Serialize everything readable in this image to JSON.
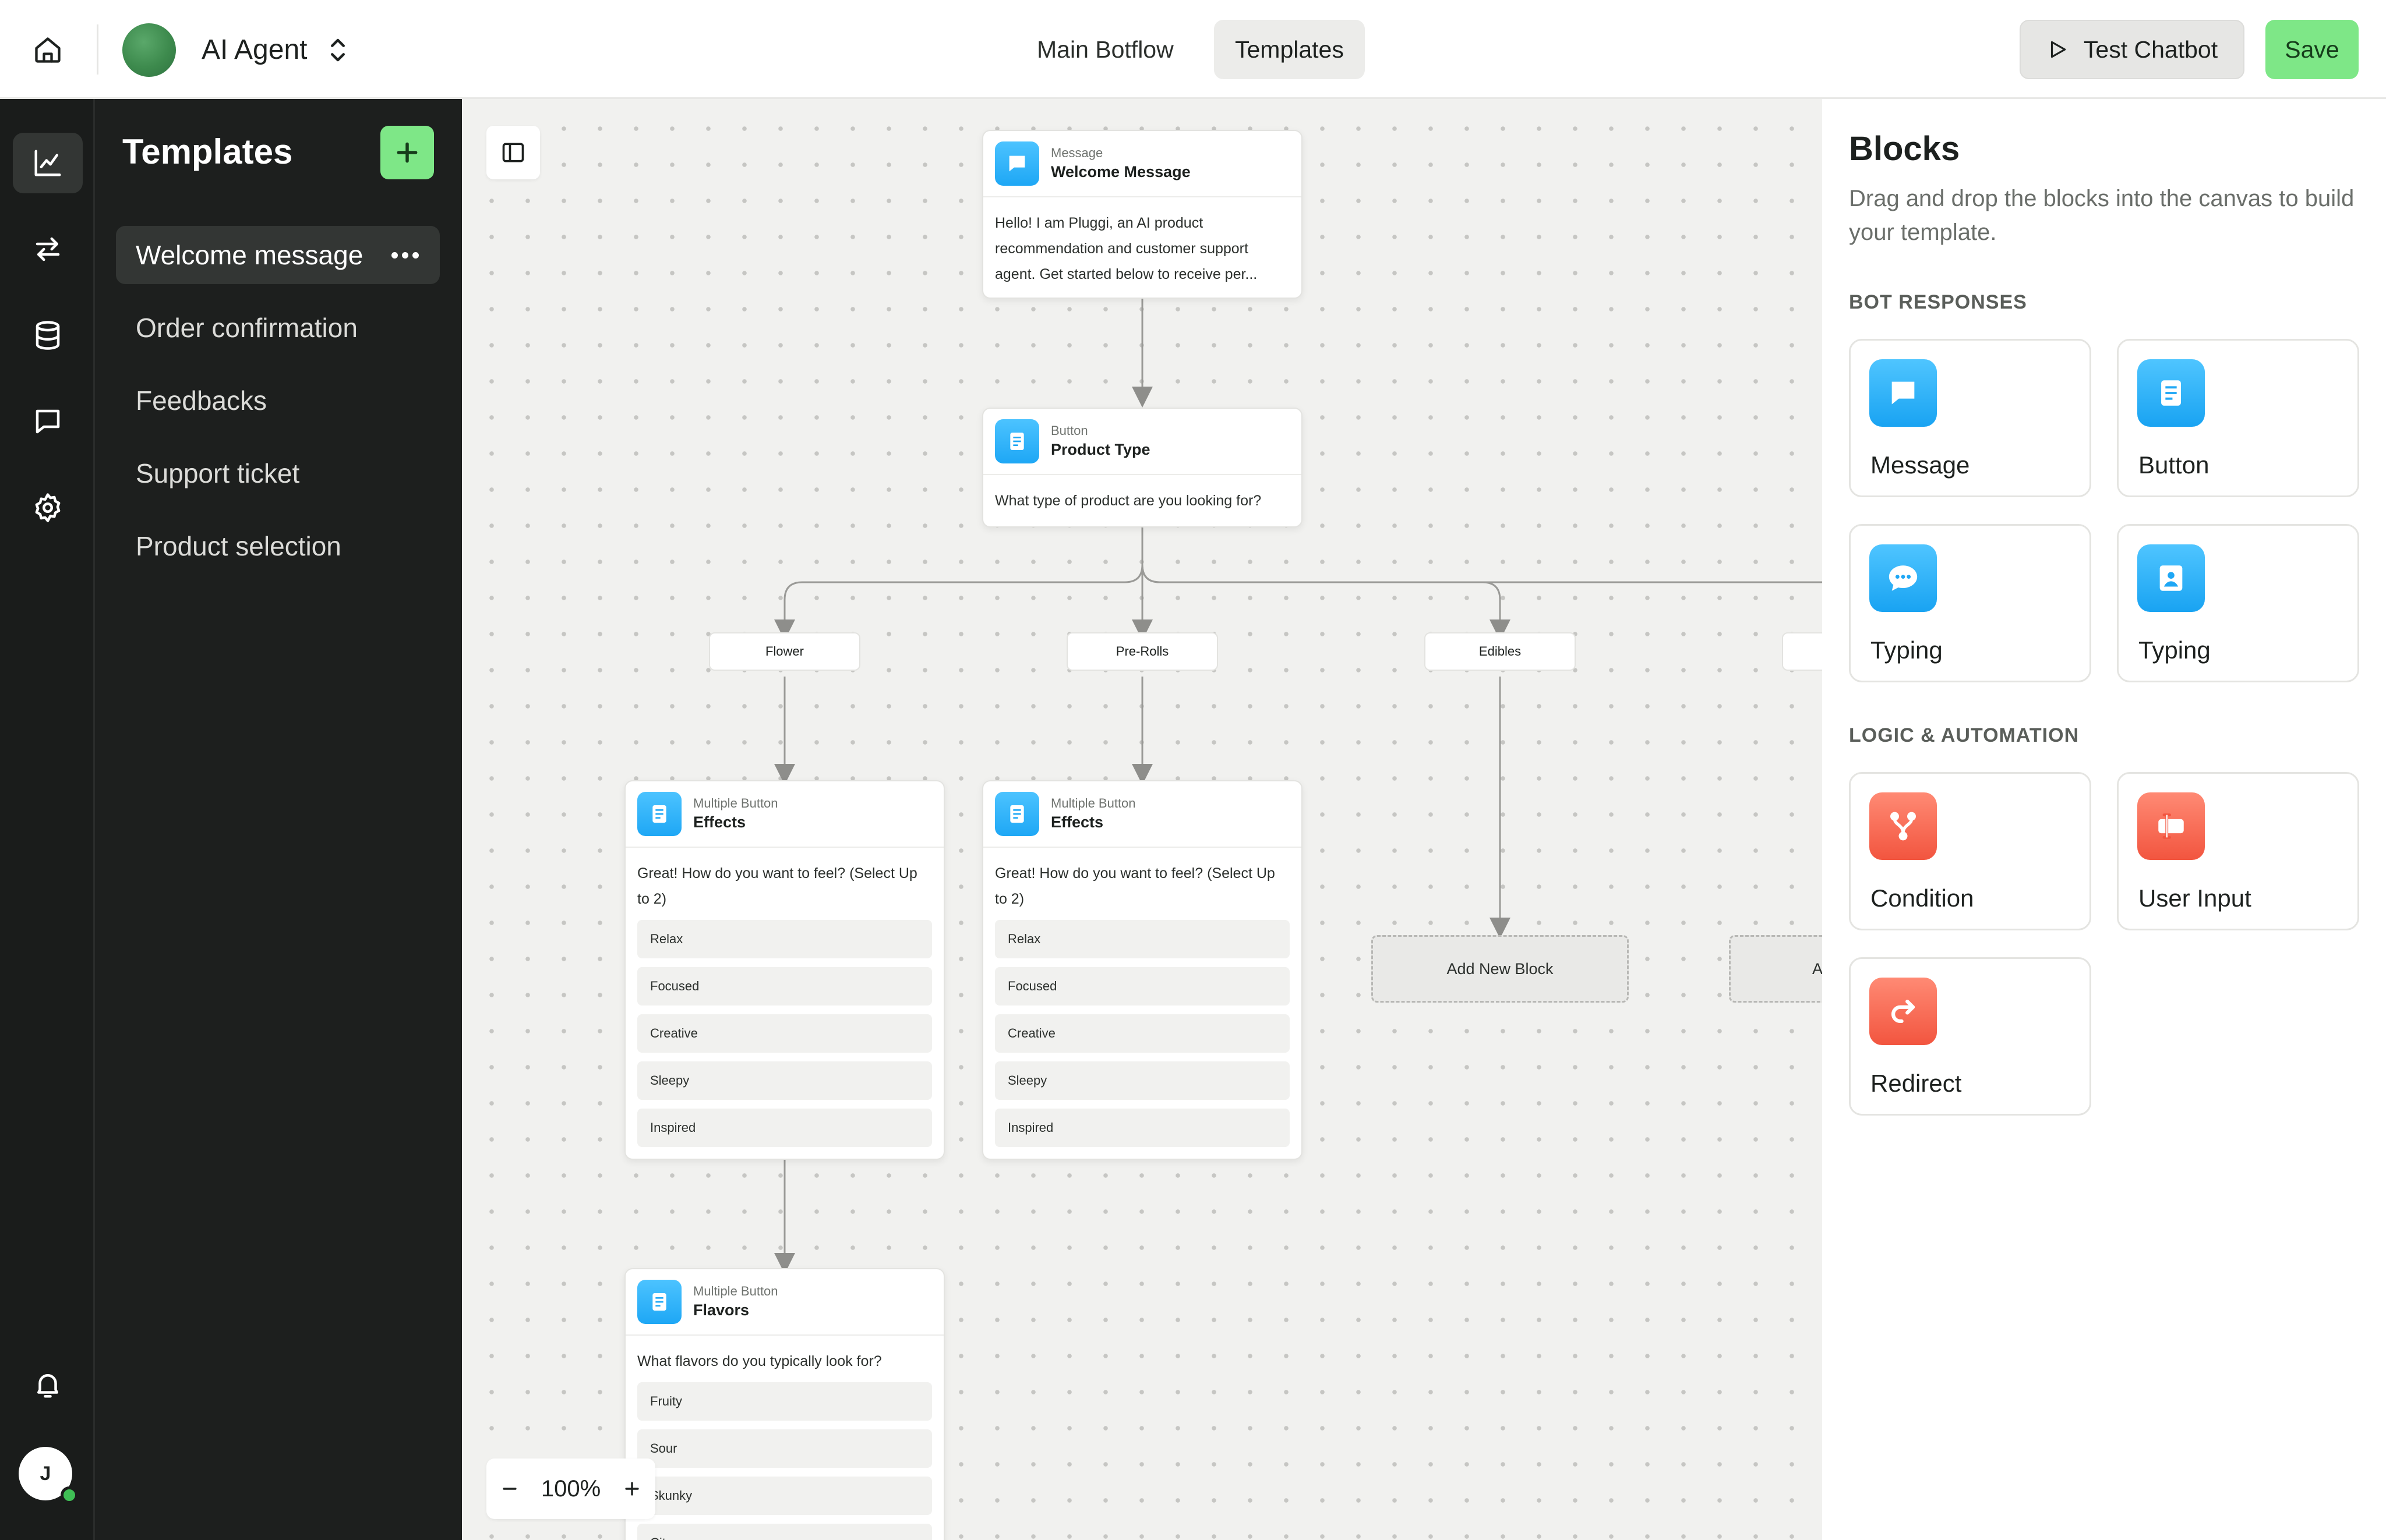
{
  "topbar": {
    "agent_name": "AI Agent",
    "tabs": [
      {
        "label": "Main Botflow",
        "active": false
      },
      {
        "label": "Templates",
        "active": true
      }
    ],
    "test_button": "Test Chatbot",
    "save_button": "Save"
  },
  "rail": {
    "items": [
      "chart-icon",
      "arrows-icon",
      "database-icon",
      "chat-icon",
      "gear-icon"
    ],
    "bottom_icon": "bell-icon",
    "user_initial": "J"
  },
  "templates": {
    "title": "Templates",
    "items": [
      {
        "label": "Welcome message",
        "active": true
      },
      {
        "label": "Order confirmation",
        "active": false
      },
      {
        "label": "Feedbacks",
        "active": false
      },
      {
        "label": "Support ticket",
        "active": false
      },
      {
        "label": "Product selection",
        "active": false
      }
    ]
  },
  "canvas": {
    "nodes": {
      "welcome": {
        "type": "Message",
        "name": "Welcome Message",
        "text": "Hello! I am Pluggi, an AI product recommendation and customer support agent. Get started below to receive per..."
      },
      "product_type": {
        "type": "Button",
        "name": "Product Type",
        "text": "What type of product are you looking for?"
      },
      "effects_1": {
        "type": "Multiple Button",
        "name": "Effects",
        "text": "Great! How do you want to feel? (Select Up to 2)",
        "options": [
          "Relax",
          "Focused",
          "Creative",
          "Sleepy",
          "Inspired"
        ]
      },
      "effects_2": {
        "type": "Multiple Button",
        "name": "Effects",
        "text": "Great! How do you want to feel? (Select Up to 2)",
        "options": [
          "Relax",
          "Focused",
          "Creative",
          "Sleepy",
          "Inspired"
        ]
      },
      "flavors": {
        "type": "Multiple Button",
        "name": "Flavors",
        "text": "What flavors do you typically look for?",
        "options": [
          "Fruity",
          "Sour",
          "Skunky",
          "Citrus"
        ]
      }
    },
    "branches": [
      "Flower",
      "Pre-Rolls",
      "Edibles",
      ""
    ],
    "add_block_label": "Add New Block",
    "add_block_partial": "Ad",
    "zoom": "100%"
  },
  "blocks_panel": {
    "title": "Blocks",
    "description": "Drag and drop the blocks into the canvas to build your template.",
    "bot_responses_label": "BOT RESPONSES",
    "bot_responses": [
      {
        "label": "Message",
        "icon": "message-icon"
      },
      {
        "label": "Button",
        "icon": "button-icon"
      },
      {
        "label": "Typing",
        "icon": "typing-icon"
      },
      {
        "label": "Typing",
        "icon": "image-icon"
      }
    ],
    "logic_label": "LOGIC & AUTOMATION",
    "logic": [
      {
        "label": "Condition",
        "icon": "condition-icon"
      },
      {
        "label": "User Input",
        "icon": "user-input-icon"
      },
      {
        "label": "Redirect",
        "icon": "redirect-icon"
      }
    ]
  },
  "colors": {
    "accent_green": "#7ee787",
    "dark_sidebar": "#1d1f1e",
    "block_blue": "#1ea7f5",
    "block_red": "#f2553f"
  }
}
